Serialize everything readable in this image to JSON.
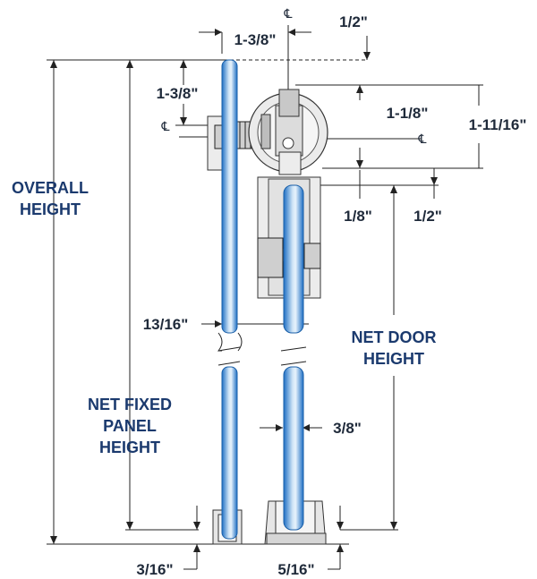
{
  "labels": {
    "overall_height": [
      "OVERALL",
      "HEIGHT"
    ],
    "net_fixed_panel_height": [
      "NET FIXED",
      "PANEL",
      "HEIGHT"
    ],
    "net_door_height": [
      "NET DOOR",
      "HEIGHT"
    ]
  },
  "dimensions": {
    "top_width": "1-3/8\"",
    "top_offset": "1/2\"",
    "roller_offset": "1-3/8\"",
    "axle_to_track": "1-1/8\"",
    "track_height": "1-11/16\"",
    "gap_small": "1/8\"",
    "gap_door_top": "1/2\"",
    "glass_thickness": "13/16\"",
    "door_glass_thickness": "3/8\"",
    "bottom_left": "3/16\"",
    "bottom_right": "5/16\""
  },
  "centerline_symbol": "℄",
  "colors": {
    "glass_edge": "#1e6fc4",
    "glass_mid": "#bcd9f2",
    "label": "#1b3a6e"
  }
}
